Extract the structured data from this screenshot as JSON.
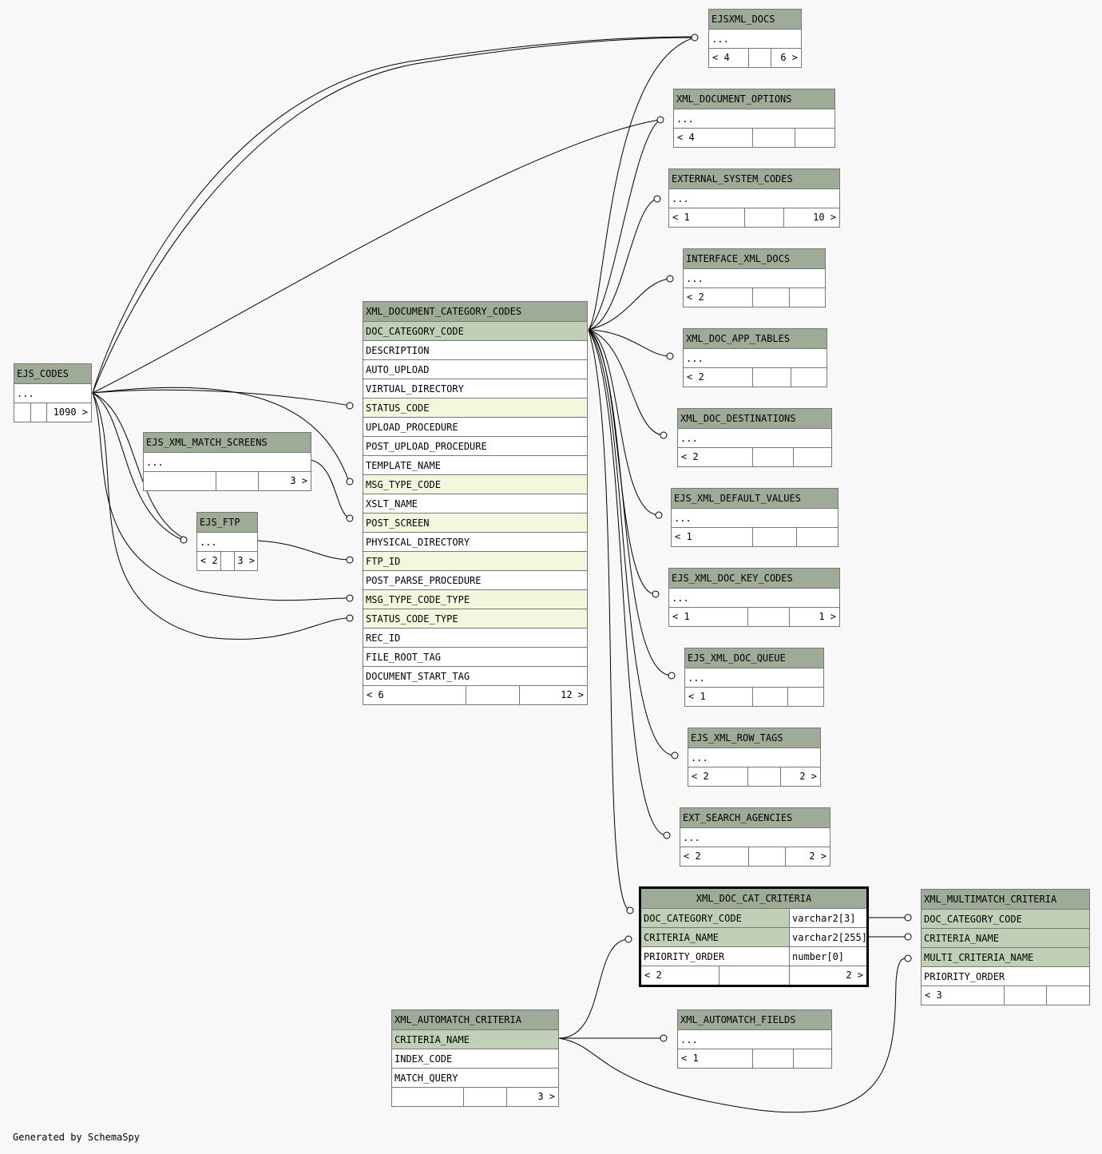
{
  "tables": {
    "ejsxml_docs": {
      "name": "EJSXML_DOCS",
      "cols": [
        "..."
      ],
      "foot": [
        "< 4",
        "",
        "6 >"
      ]
    },
    "xml_document_options": {
      "name": "XML_DOCUMENT_OPTIONS",
      "cols": [
        "..."
      ],
      "foot": [
        "< 4",
        "",
        ""
      ]
    },
    "external_system_codes": {
      "name": "EXTERNAL_SYSTEM_CODES",
      "cols": [
        "..."
      ],
      "foot": [
        "< 1",
        "",
        "10 >"
      ]
    },
    "interface_xml_docs": {
      "name": "INTERFACE_XML_DOCS",
      "cols": [
        "..."
      ],
      "foot": [
        "< 2",
        "",
        ""
      ]
    },
    "xml_doc_app_tables": {
      "name": "XML_DOC_APP_TABLES",
      "cols": [
        "..."
      ],
      "foot": [
        "< 2",
        "",
        ""
      ]
    },
    "xml_doc_destinations": {
      "name": "XML_DOC_DESTINATIONS",
      "cols": [
        "..."
      ],
      "foot": [
        "< 2",
        "",
        ""
      ]
    },
    "ejs_xml_default_values": {
      "name": "EJS_XML_DEFAULT_VALUES",
      "cols": [
        "..."
      ],
      "foot": [
        "< 1",
        "",
        ""
      ]
    },
    "ejs_xml_doc_key_codes": {
      "name": "EJS_XML_DOC_KEY_CODES",
      "cols": [
        "..."
      ],
      "foot": [
        "< 1",
        "",
        "1 >"
      ]
    },
    "ejs_xml_doc_queue": {
      "name": "EJS_XML_DOC_QUEUE",
      "cols": [
        "..."
      ],
      "foot": [
        "< 1",
        "",
        ""
      ]
    },
    "ejs_xml_row_tags": {
      "name": "EJS_XML_ROW_TAGS",
      "cols": [
        "..."
      ],
      "foot": [
        "< 2",
        "",
        "2 >"
      ]
    },
    "ext_search_agencies": {
      "name": "EXT_SEARCH_AGENCIES",
      "cols": [
        "..."
      ],
      "foot": [
        "< 2",
        "",
        "2 >"
      ]
    },
    "ejs_codes": {
      "name": "EJS_CODES",
      "cols": [
        "..."
      ],
      "foot": [
        "",
        "",
        "1090 >"
      ]
    },
    "ejs_xml_match_screens": {
      "name": "EJS_XML_MATCH_SCREENS",
      "cols": [
        "..."
      ],
      "foot": [
        "",
        "",
        "3 >"
      ]
    },
    "ejs_ftp": {
      "name": "EJS_FTP",
      "cols": [
        "..."
      ],
      "foot": [
        "< 2",
        "",
        "3 >"
      ]
    },
    "xml_document_category_codes": {
      "name": "XML_DOCUMENT_CATEGORY_CODES",
      "cols": [
        "DOC_CATEGORY_CODE",
        "DESCRIPTION",
        "AUTO_UPLOAD",
        "VIRTUAL_DIRECTORY",
        "STATUS_CODE",
        "UPLOAD_PROCEDURE",
        "POST_UPLOAD_PROCEDURE",
        "TEMPLATE_NAME",
        "MSG_TYPE_CODE",
        "XSLT_NAME",
        "POST_SCREEN",
        "PHYSICAL_DIRECTORY",
        "FTP_ID",
        "POST_PARSE_PROCEDURE",
        "MSG_TYPE_CODE_TYPE",
        "STATUS_CODE_TYPE",
        "REC_ID",
        "FILE_ROOT_TAG",
        "DOCUMENT_START_TAG"
      ],
      "foot": [
        "< 6",
        "",
        "12 >"
      ]
    },
    "xml_doc_cat_criteria": {
      "name": "XML_DOC_CAT_CRITERIA",
      "cols": [
        "DOC_CATEGORY_CODE",
        "CRITERIA_NAME",
        "PRIORITY_ORDER"
      ],
      "types": [
        "varchar2[3]",
        "varchar2[255]",
        "number[0]"
      ],
      "foot": [
        "< 2",
        "",
        "2 >"
      ]
    },
    "xml_multimatch_criteria": {
      "name": "XML_MULTIMATCH_CRITERIA",
      "cols": [
        "DOC_CATEGORY_CODE",
        "CRITERIA_NAME",
        "MULTI_CRITERIA_NAME",
        "PRIORITY_ORDER"
      ],
      "foot": [
        "< 3",
        "",
        ""
      ]
    },
    "xml_automatch_criteria": {
      "name": "XML_AUTOMATCH_CRITERIA",
      "cols": [
        "CRITERIA_NAME",
        "INDEX_CODE",
        "MATCH_QUERY"
      ],
      "foot": [
        "",
        "",
        "3 >"
      ]
    },
    "xml_automatch_fields": {
      "name": "XML_AUTOMATCH_FIELDS",
      "cols": [
        "..."
      ],
      "foot": [
        "< 1",
        "",
        ""
      ]
    }
  },
  "credit": "Generated by SchemaSpy"
}
